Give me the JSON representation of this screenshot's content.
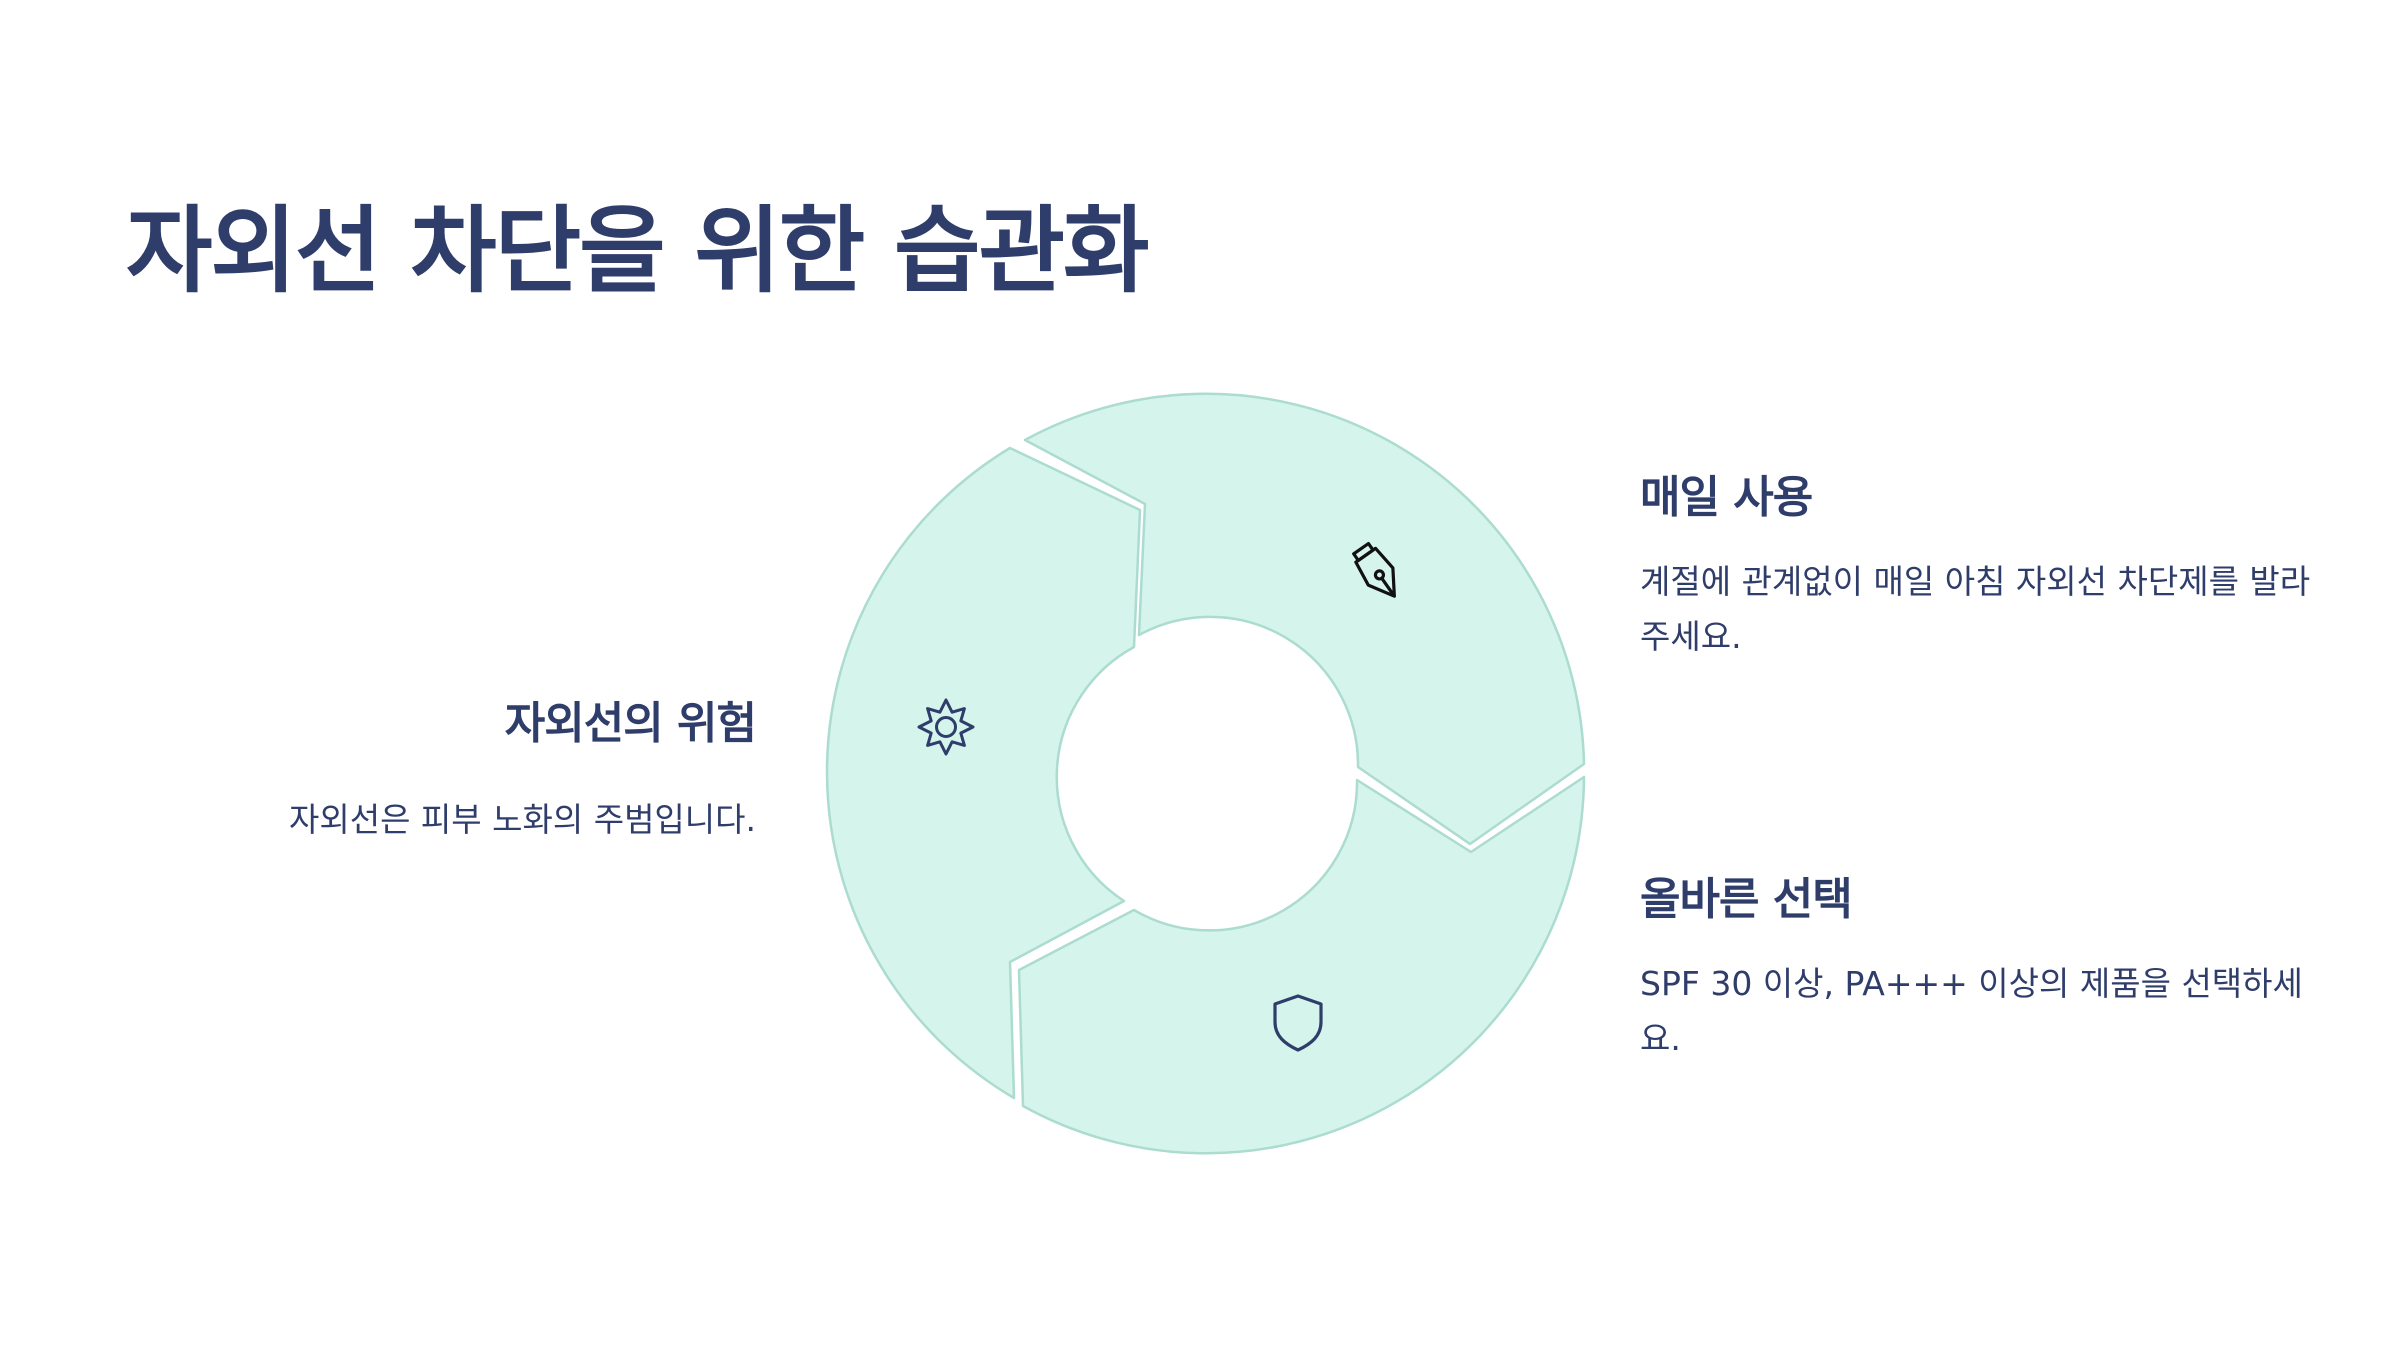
{
  "title": "자외선 차단을 위한 습관화",
  "colors": {
    "text": "#2f3d6b",
    "segment_fill": "#d5f4ec",
    "segment_stroke": "#abdccf",
    "background": "#ffffff"
  },
  "steps": [
    {
      "heading": "자외선의 위험",
      "description": "자외선은 피부 노화의 주범입니다.",
      "icon": "sun-icon"
    },
    {
      "heading": "매일 사용",
      "description": "계절에 관계없이 매일 아침 자외선 차단제를 발라주세요.",
      "icon": "pen-nib-icon"
    },
    {
      "heading": "올바른 선택",
      "description": "SPF 30 이상, PA+++ 이상의 제품을 선택하세요.",
      "icon": "shield-icon"
    }
  ]
}
